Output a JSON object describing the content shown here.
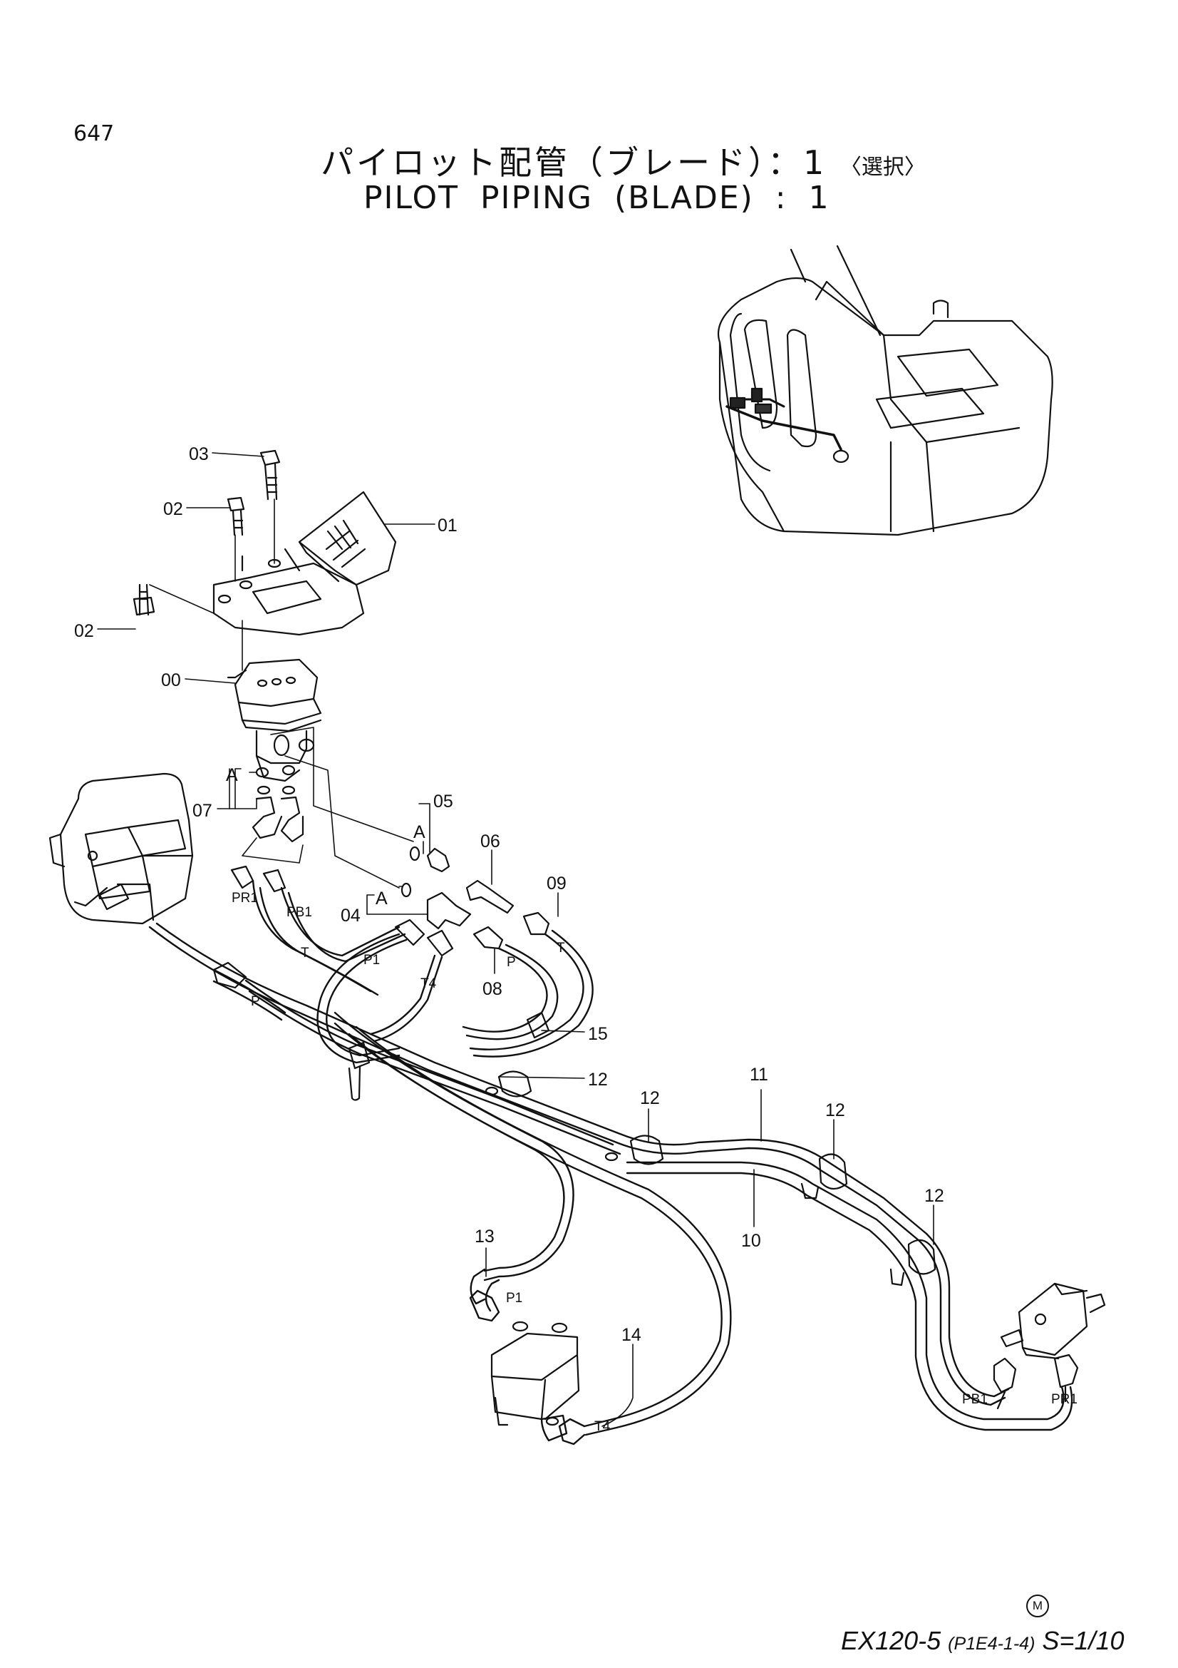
{
  "header": {
    "page_number": "647",
    "title_jp": "パイロット配管（ブレード）：1",
    "title_jp_select": "〈選択〉",
    "title_en": "PILOT PIPING (BLADE) : 1"
  },
  "callouts": {
    "c00": "00",
    "c01": "01",
    "c02a": "02",
    "c02b": "02",
    "c03": "03",
    "c04": "04",
    "c05": "05",
    "c06": "06",
    "c07": "07",
    "c08": "08",
    "c09": "09",
    "c10": "10",
    "c11": "11",
    "c12a": "12",
    "c12b": "12",
    "c12c": "12",
    "c12d": "12",
    "c13": "13",
    "c14": "14",
    "c15": "15",
    "a1": "A",
    "a2": "A",
    "a3": "A"
  },
  "ports": {
    "pr1_left": "PR1",
    "pb1_left": "PB1",
    "t_left": "T",
    "p_left": "P",
    "p1_upper": "P1",
    "t4_upper": "T4",
    "p_mid": "P",
    "t_right": "T",
    "p1_lower": "P1",
    "t4_lower": "T4",
    "pb1_right": "PB1",
    "pr1_right": "PR1"
  },
  "footer": {
    "model": "EX120-5",
    "code": "(P1E4-1-4)",
    "scale": "S=1/10",
    "mark": "M"
  },
  "colors": {
    "ink": "#111111",
    "background": "#ffffff"
  }
}
